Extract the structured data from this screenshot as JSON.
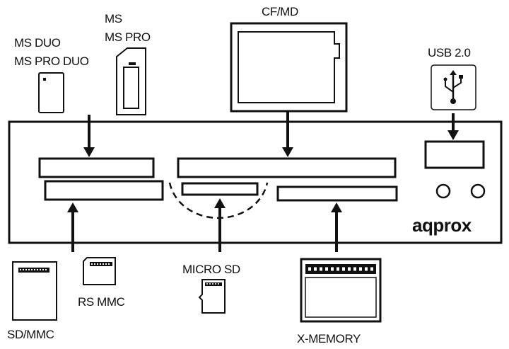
{
  "labels": {
    "ms_duo": "MS DUO",
    "ms_pro_duo": "MS PRO DUO",
    "ms": "MS",
    "ms_pro": "MS PRO",
    "cf_md": "CF/MD",
    "usb": "USB 2.0",
    "sd_mmc": "SD/MMC",
    "rs_mmc": "RS MMC",
    "micro_sd": "MICRO SD",
    "x_memory": "X-MEMORY"
  },
  "brand": "aqprox",
  "icons": {
    "usb": "usb-trident-icon",
    "ms_duo": "ms-duo-card-icon",
    "ms_pro": "ms-pro-card-icon",
    "cf_md": "cf-card-icon",
    "sd_mmc": "sd-card-icon",
    "rs_mmc": "rs-mmc-card-icon",
    "micro_sd": "micro-sd-card-icon",
    "x_memory": "x-memory-card-icon"
  }
}
